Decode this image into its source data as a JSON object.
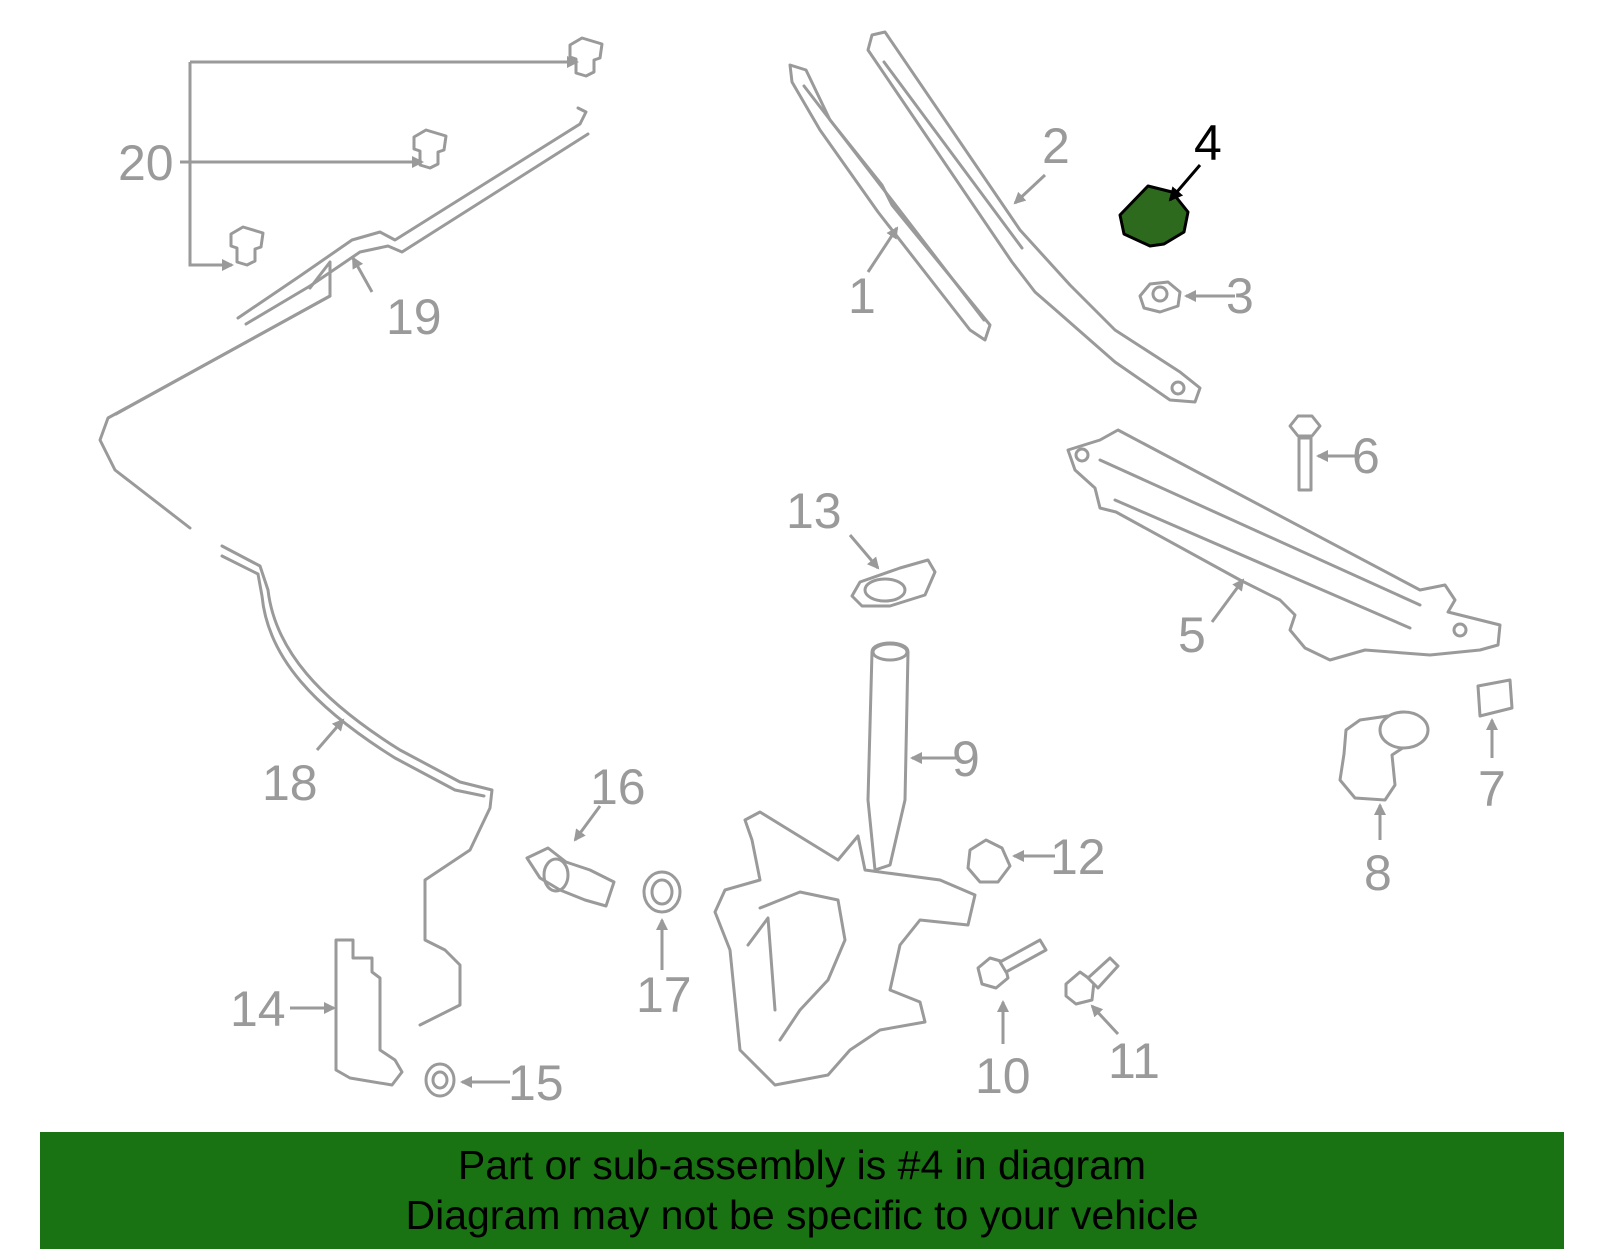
{
  "diagram": {
    "highlight_color": "#2e6a1e",
    "callouts": [
      "1",
      "2",
      "3",
      "4",
      "5",
      "6",
      "7",
      "8",
      "9",
      "10",
      "11",
      "12",
      "13",
      "14",
      "15",
      "16",
      "17",
      "18",
      "19",
      "20"
    ],
    "highlighted_callout": "4"
  },
  "banner": {
    "background": "#197312",
    "line1": "Part or sub-assembly is #4 in diagram",
    "line2": "Diagram may not be specific to your vehicle"
  }
}
